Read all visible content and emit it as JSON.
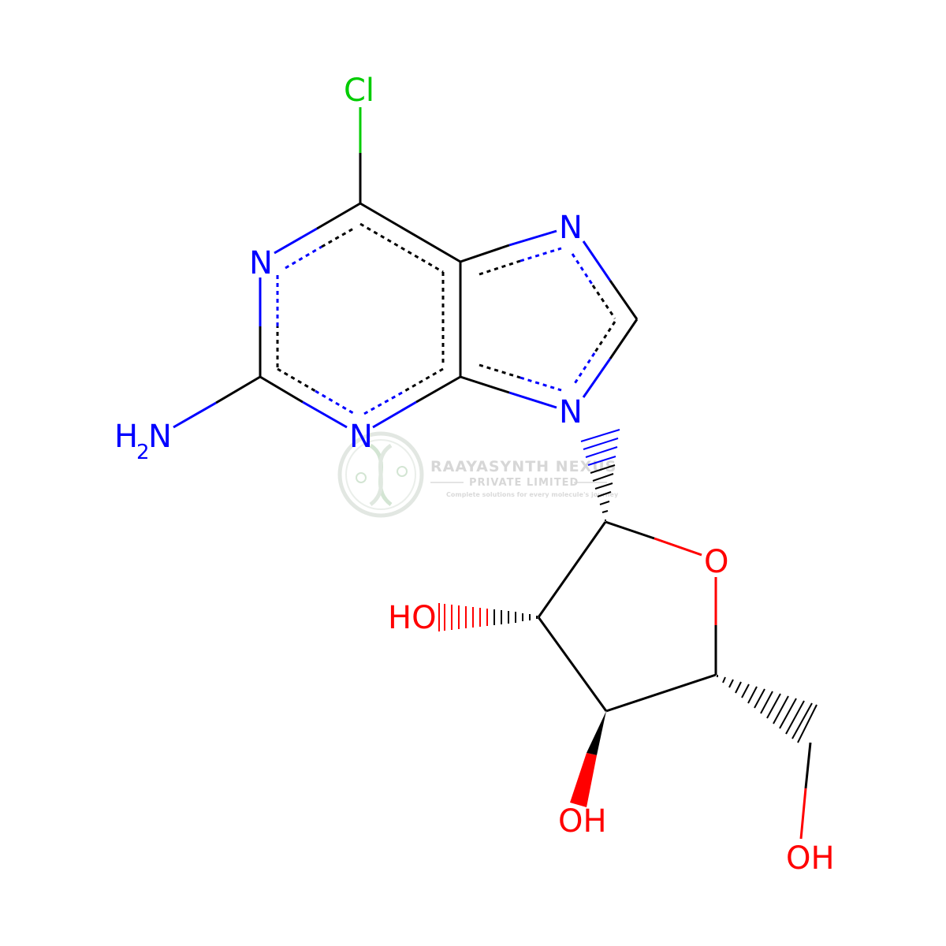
{
  "colors": {
    "carbon_bond": "#000000",
    "nitrogen": "#0000ff",
    "oxygen": "#ff0000",
    "chlorine": "#00cc00",
    "watermark": "#cfd8cf"
  },
  "atoms": {
    "cl": "Cl",
    "n1": "N",
    "n3": "N",
    "n7": "N",
    "n9": "N",
    "nh2_h": "H",
    "nh2_sub": "2",
    "nh2_n": "N",
    "o_ring": "O",
    "oh_2prime": "HO",
    "oh_3prime": "OH",
    "oh_5prime": "OH"
  },
  "watermark": {
    "title": "RAAYASYNTH NEXUS",
    "subtitle": "PRIVATE LIMITED",
    "tagline": "Complete solutions for every molecule's journey",
    "logo_icon": "dna-helix-icon"
  }
}
